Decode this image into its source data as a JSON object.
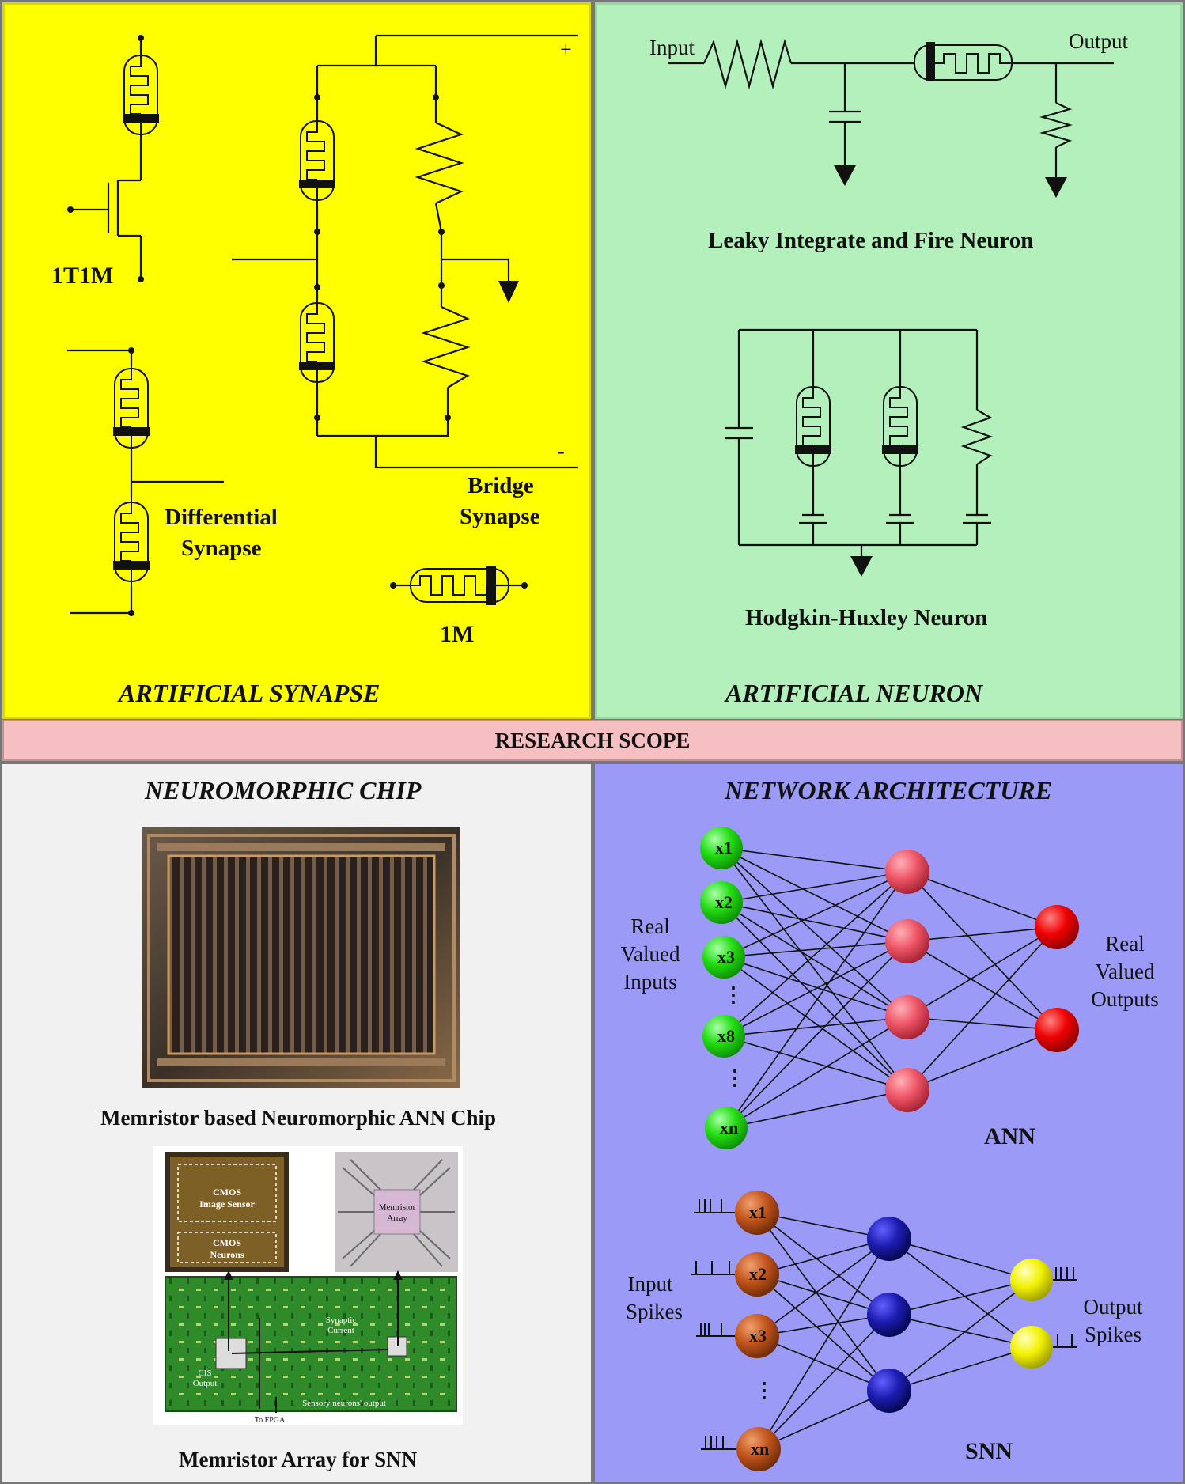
{
  "synapse_panel": {
    "title": "ARTIFICIAL SYNAPSE",
    "labels": {
      "one_t_one_m": "1T1M",
      "differential": [
        "Differential",
        "Synapse"
      ],
      "bridge": [
        "Bridge",
        "Synapse"
      ],
      "one_m": "1M",
      "plus": "+",
      "minus": "-"
    }
  },
  "neuron_panel": {
    "title": "ARTIFICIAL NEURON",
    "labels": {
      "input": "Input",
      "output": "Output",
      "lif": "Leaky Integrate and Fire Neuron",
      "hh": "Hodgkin-Huxley Neuron"
    }
  },
  "scope_bar": {
    "label": "RESEARCH SCOPE"
  },
  "chip_panel": {
    "title": "NEUROMORPHIC CHIP",
    "ann_chip_caption": "Memristor based Neuromorphic ANN Chip",
    "snn_caption": "Memristor Array for SNN",
    "snn_photo_labels": {
      "cmos_sensor": [
        "CMOS",
        "Image Sensor"
      ],
      "cmos_neurons": [
        "CMOS",
        "Neurons"
      ],
      "memristor_array": [
        "Memristor",
        "Array"
      ],
      "synaptic_current": [
        "Synaptic",
        "Current"
      ],
      "cis_output": [
        "CIS",
        "Output"
      ],
      "sensory_neurons_output": "Sensory neurons' output",
      "to_fpga": "To FPGA"
    }
  },
  "network_panel": {
    "title": "NETWORK ARCHITECTURE",
    "ann": {
      "label": "ANN",
      "inputs_label": [
        "Real",
        "Valued",
        "Inputs"
      ],
      "outputs_label": [
        "Real",
        "Valued",
        "Outputs"
      ],
      "input_nodes": [
        "x1",
        "x2",
        "x3",
        "x8",
        "xn"
      ],
      "colors": {
        "input": "#22dd11",
        "hidden": "#ee5566",
        "output": "#ee0000"
      }
    },
    "snn": {
      "label": "SNN",
      "inputs_label": [
        "Input",
        "Spikes"
      ],
      "outputs_label": [
        "Output",
        "Spikes"
      ],
      "input_nodes": [
        "x1",
        "x2",
        "x3",
        "xn"
      ],
      "colors": {
        "input": "#c2541c",
        "hidden": "#1c1cb0",
        "output": "#f2f200"
      }
    }
  }
}
